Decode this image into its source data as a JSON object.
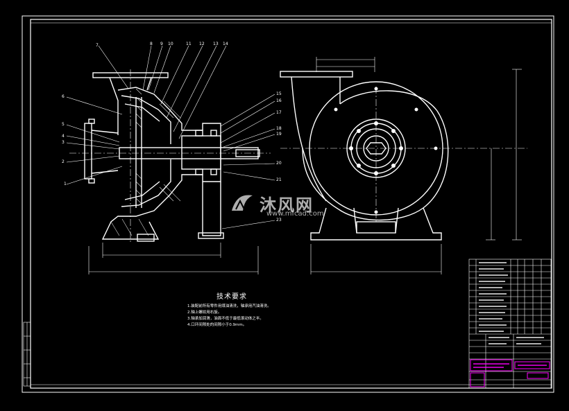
{
  "part_numbers": [
    "1",
    "2",
    "3",
    "4",
    "5",
    "6",
    "7",
    "8",
    "9",
    "10",
    "11",
    "12",
    "13",
    "14",
    "15",
    "16",
    "17",
    "18",
    "19",
    "20",
    "21",
    "23"
  ],
  "technical_requirements": {
    "title": "技术要求",
    "items": [
      "1.装配前所有零件用煤油清洗，轴承用汽油清洗。",
      "2.轴上螺纹用右旋。",
      "3.轴承加润滑，油面不低于最低滚动体之半。",
      "4.口环间隙处的间隙小于0.9mm。"
    ]
  },
  "watermark": {
    "brand": "沐风网",
    "url": "www.mfcad.com"
  },
  "colors": {
    "background": "#000000",
    "line": "#ffffff",
    "title_block_accent": "#ff00ff"
  }
}
